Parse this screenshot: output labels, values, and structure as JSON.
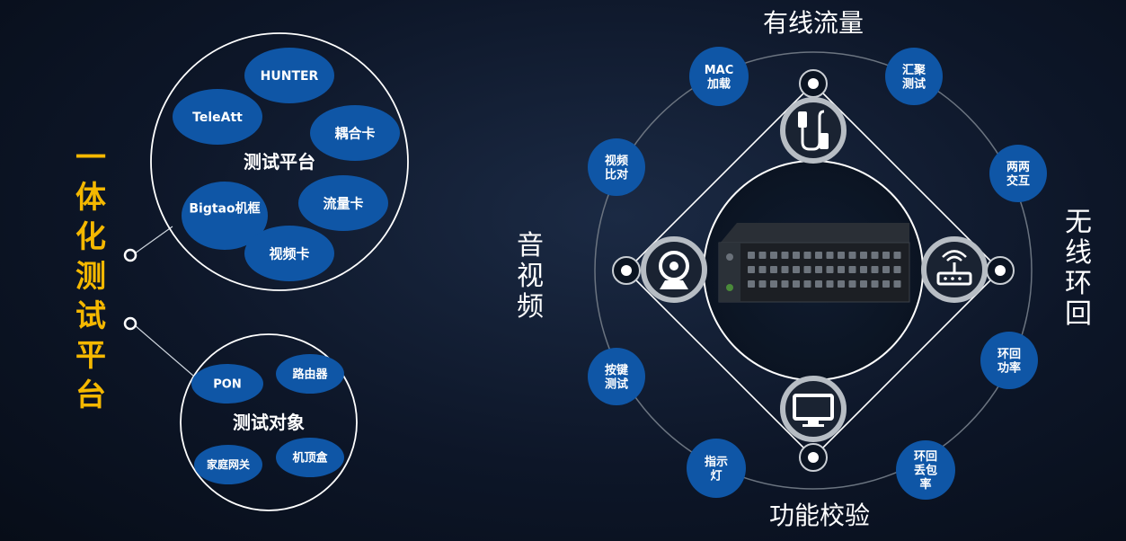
{
  "vertical_title": "一体化测试平台",
  "platform": {
    "title": "测试平台",
    "items": [
      "HUNTER",
      "TeleAtt",
      "耦合卡",
      "流量卡",
      "Bigtao机框",
      "视频卡"
    ]
  },
  "objects": {
    "title": "测试对象",
    "items": [
      "PON",
      "路由器",
      "家庭网关",
      "机顶盒"
    ]
  },
  "axes": {
    "top": "有线流量",
    "bottom": "功能校验",
    "left": "音视频",
    "right": "无线环回"
  },
  "features": [
    "MAC加载",
    "汇聚测试",
    "两两交互",
    "环回功率",
    "环回丢包率",
    "指示灯",
    "按键测试",
    "视频比对"
  ],
  "icons": [
    "cable-icon",
    "webcam-icon",
    "router-icon",
    "monitor-icon",
    "test-chassis-image"
  ],
  "colors": {
    "bubble": "#0f56a6",
    "title_accent": "#f5b800",
    "ring": "#9aa3ad"
  }
}
